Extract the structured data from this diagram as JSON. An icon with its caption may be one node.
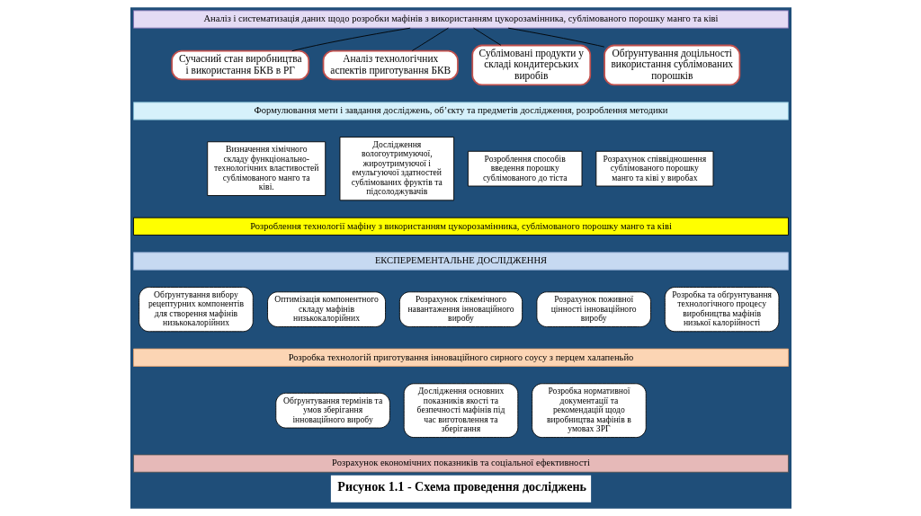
{
  "diagram": {
    "caption": "Рисунок 1.1 - Схема проведення досліджень",
    "nodes": [
      {
        "text": [
          "Аналіз і систематизація даних щодо розробки мафінів з використанням цукорозамінника, сублімованого порошку манго та ківі"
        ]
      },
      {
        "text": [
          "Сучасний стан виробництва і використання БКВ в РГ"
        ]
      },
      {
        "text": [
          "Аналіз технологічних аспектів приготування БКВ"
        ]
      },
      {
        "text": [
          "Сублімовані продукти у складі кондитерських виробів"
        ]
      },
      {
        "text": [
          "Обґрунтування доцільності використання сублімованих порошків"
        ]
      },
      {
        "text": [
          "Формулювання мети і завдання досліджень, об’єкту та предметів дослідження, розроблення методики"
        ]
      },
      {
        "text": [
          "Визначення хімічного складу функціонально-технологічних властивостей сублімованого манго та ківі."
        ]
      },
      {
        "text": [
          "Дослідження вологоутримуючої, жироутримуючої і емульгуючої здатностей сублімованих фруктів та підсолоджувачів"
        ]
      },
      {
        "text": [
          "Розроблення способів введення порошку сублімованого до тіста"
        ]
      },
      {
        "text": [
          "Розрахунок співвідношення сублімованого порошку манго та ківі у виробах"
        ]
      },
      {
        "text": [
          "Розроблення технології мафіну з використанням цукорозамінника, сублімованого порошку манго та ківі"
        ]
      },
      {
        "text": [
          "ЕКСПЕРЕМЕНТАЛЬНЕ ДОСЛІДЖЕННЯ"
        ]
      },
      {
        "text": [
          "Обґрунтування вибору рецептурних компонентів для створення мафінів низькокалорійних"
        ]
      },
      {
        "text": [
          "Оптимізація компонентного складу мафінів низькокалорійних"
        ]
      },
      {
        "text": [
          "Розрахунок глікемічного навантаження інноваційного виробу"
        ]
      },
      {
        "text": [
          "Розрахунок поживної цінності інноваційного виробу"
        ]
      },
      {
        "text": [
          "Розробка та обґрунтування технологічного процесу виробництва мафінів низької калорійності"
        ]
      },
      {
        "text": [
          "Розробка технологій приготування інноваційного сирного соусу з перцем халапеньйо"
        ]
      },
      {
        "text": [
          "Обґрунтування термінів та умов зберігання інноваційного виробу"
        ]
      },
      {
        "text": [
          "Дослідження основних показників якості та безпечності мафінів під час виготовлення та зберігання"
        ]
      },
      {
        "text": [
          "Розробка нормативної документації та рекомендацій щодо виробництва мафінів в умовах ЗРГ"
        ]
      },
      {
        "text": [
          "Розрахунок економічних показників та соціальної ефективності"
        ]
      }
    ],
    "edges": [
      {
        "from": 0,
        "to": 1,
        "arrow": "none"
      },
      {
        "from": 0,
        "to": 2,
        "arrow": "none"
      },
      {
        "from": 0,
        "to": 3,
        "arrow": "none"
      },
      {
        "from": 0,
        "to": 4,
        "arrow": "none"
      }
    ]
  }
}
